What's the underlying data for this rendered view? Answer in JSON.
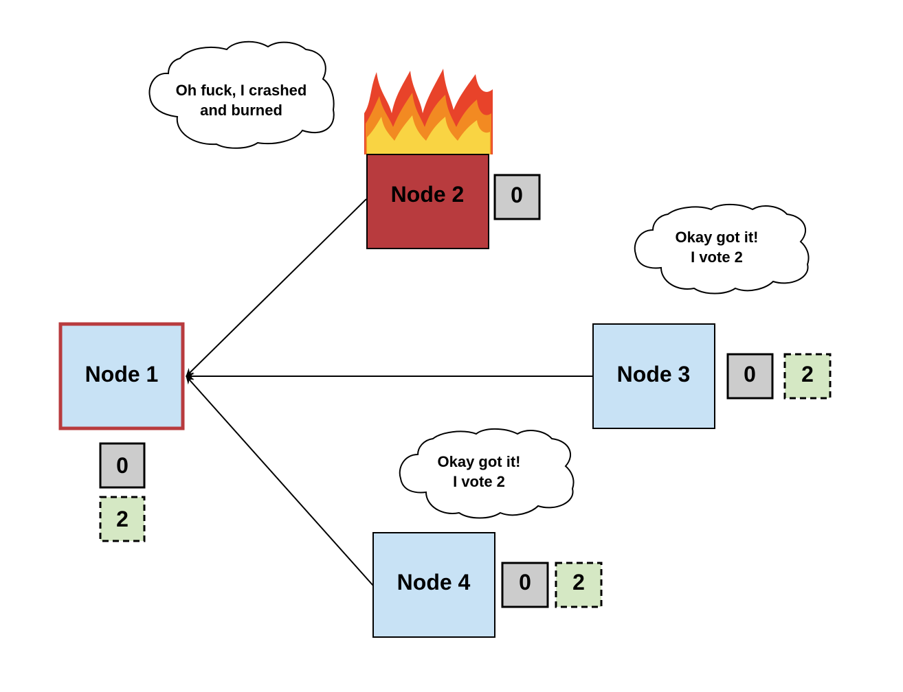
{
  "colors": {
    "node_fill": "#c8e2f5",
    "crashed_node_fill": "#b83b3e",
    "leader_border": "#b83b3e",
    "current_term_fill": "#cccccc",
    "vote_fill": "#d5e8c4",
    "stroke": "#000000",
    "flame_outer": "#e8432a",
    "flame_mid": "#f28a22",
    "flame_inner": "#f9d443"
  },
  "nodes": {
    "node1": {
      "label": "Node 1",
      "current_term": "0",
      "vote": "2",
      "style": "leader-candidate"
    },
    "node2": {
      "label": "Node 2",
      "current_term": "0",
      "style": "crashed",
      "icon": "fire-icon"
    },
    "node3": {
      "label": "Node 3",
      "current_term": "0",
      "vote": "2",
      "style": "normal"
    },
    "node4": {
      "label": "Node 4",
      "current_term": "0",
      "vote": "2",
      "style": "normal"
    }
  },
  "bubbles": {
    "node2": {
      "lines": [
        "Oh fuck, I crashed",
        "and burned"
      ]
    },
    "node3": {
      "lines": [
        "Okay got it!",
        "I vote 2"
      ]
    },
    "node4": {
      "lines": [
        "Okay got it!",
        "I vote 2"
      ]
    }
  },
  "edges": [
    {
      "from": "node2",
      "to": "node1"
    },
    {
      "from": "node3",
      "to": "node1"
    },
    {
      "from": "node4",
      "to": "node1"
    }
  ]
}
